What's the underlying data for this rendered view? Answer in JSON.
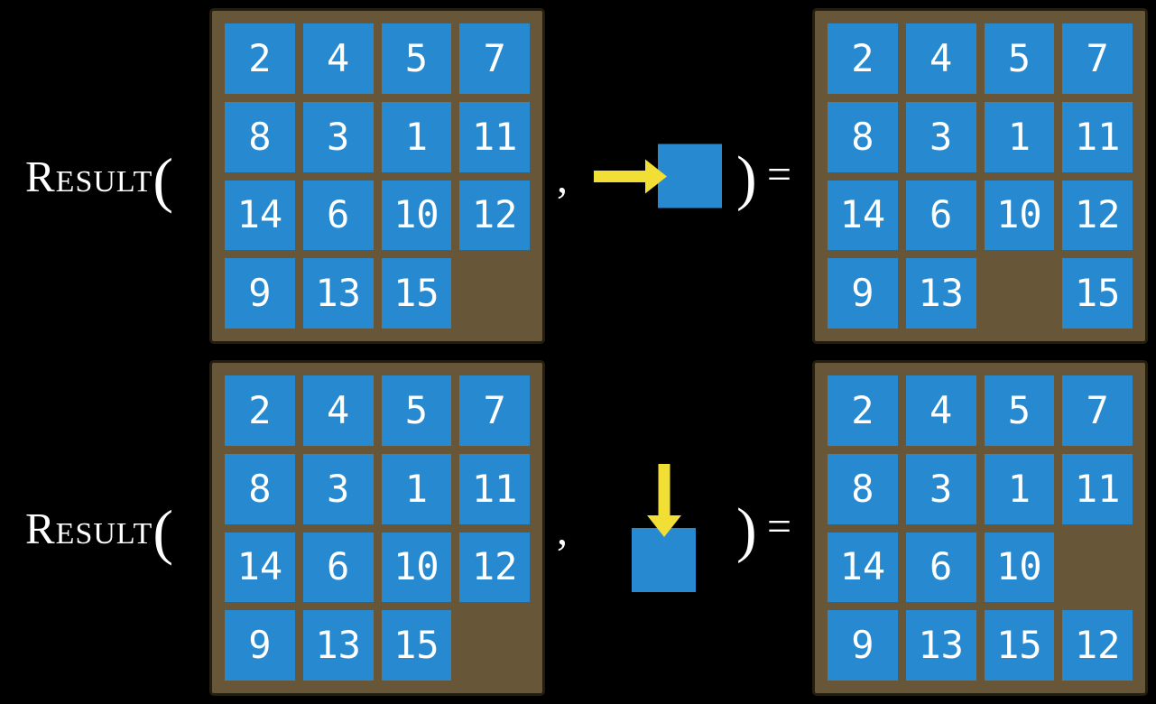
{
  "colors": {
    "background": "#000000",
    "board_brown": "#675637",
    "board_edge": "#241e11",
    "tile_blue": "#2789d0",
    "arrow_yellow": "#f1df35",
    "text_white": "#ffffff"
  },
  "function": {
    "name": "Result",
    "open_paren": "(",
    "comma": ",",
    "close_paren": ")",
    "equals": "="
  },
  "rows": [
    {
      "arrow_icon": "right-arrow",
      "input_board": [
        [
          2,
          4,
          5,
          7
        ],
        [
          8,
          3,
          1,
          11
        ],
        [
          14,
          6,
          10,
          12
        ],
        [
          9,
          13,
          15,
          null
        ]
      ],
      "output_board": [
        [
          2,
          4,
          5,
          7
        ],
        [
          8,
          3,
          1,
          11
        ],
        [
          14,
          6,
          10,
          12
        ],
        [
          9,
          13,
          null,
          15
        ]
      ]
    },
    {
      "arrow_icon": "down-arrow",
      "input_board": [
        [
          2,
          4,
          5,
          7
        ],
        [
          8,
          3,
          1,
          11
        ],
        [
          14,
          6,
          10,
          12
        ],
        [
          9,
          13,
          15,
          null
        ]
      ],
      "output_board": [
        [
          2,
          4,
          5,
          7
        ],
        [
          8,
          3,
          1,
          11
        ],
        [
          14,
          6,
          10,
          null
        ],
        [
          9,
          13,
          15,
          12
        ]
      ]
    }
  ]
}
